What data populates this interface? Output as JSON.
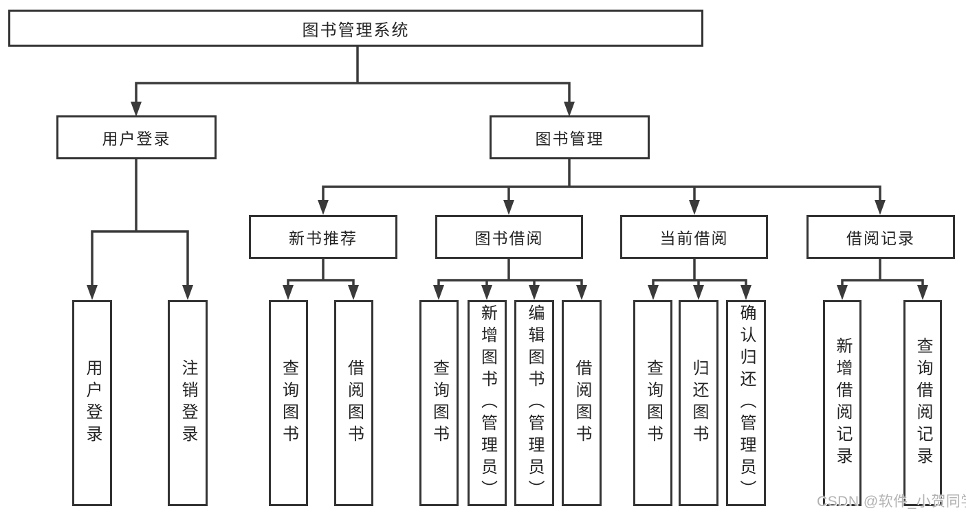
{
  "colors": {
    "line": "#3a3a3a",
    "border": "#333333",
    "box_bg": "#ffffff",
    "text": "#242424",
    "watermark": "#b2b2b2"
  },
  "nodes": {
    "root": {
      "label": "图书管理系统"
    },
    "user_login": {
      "label": "用户登录"
    },
    "book_mgmt": {
      "label": "图书管理"
    },
    "new_book_rec": {
      "label": "新书推荐"
    },
    "book_borrow": {
      "label": "图书借阅"
    },
    "current_borrow": {
      "label": "当前借阅"
    },
    "borrow_record": {
      "label": "借阅记录"
    },
    "leaf_user_login": {
      "label": "用户登录"
    },
    "leaf_logout": {
      "label": "注销登录"
    },
    "leaf_nb_query": {
      "label": "查询图书"
    },
    "leaf_nb_borrow": {
      "label": "借阅图书"
    },
    "leaf_bb_query": {
      "label": "查询图书"
    },
    "leaf_bb_add": {
      "label": "新增图书（管理员）"
    },
    "leaf_bb_edit": {
      "label": "编辑图书（管理员）"
    },
    "leaf_bb_borrow": {
      "label": "借阅图书"
    },
    "leaf_cb_query": {
      "label": "查询图书"
    },
    "leaf_cb_return": {
      "label": "归还图书"
    },
    "leaf_cb_confirm": {
      "label": "确认归还（管理员）"
    },
    "leaf_br_add": {
      "label": "新增借阅记录"
    },
    "leaf_br_query": {
      "label": "查询借阅记录"
    }
  },
  "watermark": {
    "text": "CSDN @软件_小贺同学"
  }
}
